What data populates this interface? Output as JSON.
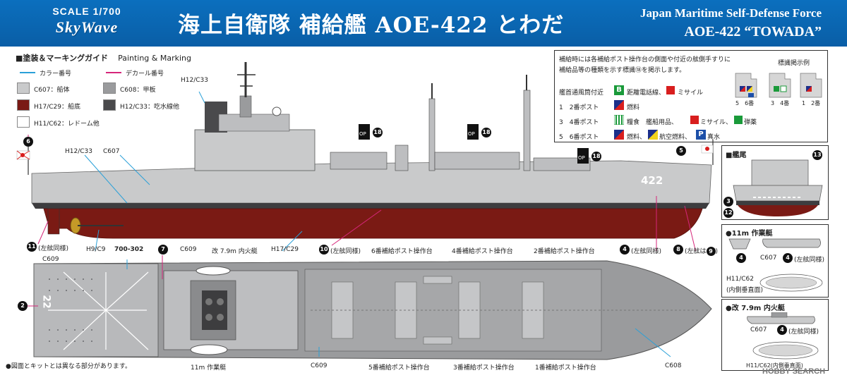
{
  "header": {
    "scale": "SCALE 1/700",
    "brand": "SkyWave",
    "title_jp": "海上自衛隊 補給艦 AOE-422 とわだ",
    "title_en_line1": "Japan Maritime Self-Defense Force",
    "title_en_line2": "AOE-422 “TOWADA”"
  },
  "guide": {
    "title_jp": "■塗装＆マーキングガイド",
    "title_en": "Painting & Marking",
    "color_num_label": "カラー番号",
    "decal_num_label": "デカール番号",
    "swatches": [
      {
        "code": "C607：船体",
        "color": "#c9cacb"
      },
      {
        "code": "C608：甲板",
        "color": "#9a9b9d"
      },
      {
        "code": "H17/C29：船底",
        "color": "#7a1a14"
      },
      {
        "code": "H12/C33：吃水線他",
        "color": "#4a4a4c"
      },
      {
        "code": "H11/C62：レドーム他",
        "color": "#ffffff"
      }
    ],
    "color_line": "#2aa0d8",
    "decal_line": "#d6267a"
  },
  "notes": {
    "intro_line1": "補給時には各補給ポスト操作台の側面や付近の舷側手すりに",
    "intro_line2_a": "補給品等の種類を示す標識",
    "intro_badge": "⑱",
    "intro_line2_b": "を掲示します。",
    "sign_title": "標識掲示例",
    "rows": [
      {
        "label": "艦首通風筒付近",
        "icon": "B",
        "text_a": "距離電話線、",
        "text_b": "ミサイル"
      },
      {
        "label": "1　2番ポスト",
        "text_a": "燃料"
      },
      {
        "label": "3　4番ポスト",
        "text_a": "糧食　艦船用品、",
        "text_b": "ミサイル、",
        "text_c": "弾薬"
      },
      {
        "label": "5　6番ポスト",
        "text_a": "燃料、",
        "text_b": "航空燃料、",
        "text_c": "真水"
      }
    ],
    "sign_labels": [
      "5　6番",
      "3　4番",
      "1　2番"
    ]
  },
  "side_labels": {
    "h12c33_top": "H12/C33",
    "h12c33": "H12/C33",
    "c607": "C607",
    "badge6": "6",
    "badge5": "5",
    "badge18": "18",
    "hull_number": "422",
    "op": "OP",
    "b11_label": "(左舷同様)",
    "b11": "11",
    "h9c9": "H9/C9",
    "h17c29": "H17/C29",
    "b10_label": "(左舷同様)",
    "b10": "10",
    "b4_label": "(左舷同様)",
    "b4": "4",
    "b8_label": "(左舷は",
    "b8": "8",
    "b9": "9",
    "b9_close": ")"
  },
  "top_labels": {
    "c609_left": "C609",
    "deck_num": "700-302",
    "b7": "7",
    "c609_mid": "C609",
    "boat79": "改 7.9m 内火艇",
    "post6": "6番補給ポスト操作台",
    "post4": "4番補給ポスト操作台",
    "post2": "2番補給ポスト操作台",
    "b2": "2",
    "heli_num": "22",
    "boat11": "11m 作業艇",
    "c609_bottom": "C609",
    "post5": "5番補給ポスト操作台",
    "post3": "3番補給ポスト操作台",
    "post1": "1番補給ポスト操作台",
    "c608": "C608"
  },
  "stern_panel": {
    "title": "■艦尾",
    "b13": "13",
    "b3": "3",
    "b12": "12"
  },
  "boat11_panel": {
    "title": "●11m 作業艇",
    "b4": "4",
    "c607": "C607",
    "b4_label": "(左舷同様)",
    "h11": "H11/C62",
    "h11_sub": "(内側垂直面)"
  },
  "boat79_panel": {
    "title": "●改 7.9m 内火艇",
    "c607": "C607",
    "b4": "4",
    "b4_label": "(左舷同様)",
    "h11": "H11/C62(内側垂直面)"
  },
  "footer": {
    "note": "●図面とキットとは異なる部分があります。",
    "watermark": "HOBBY SEARCH"
  }
}
